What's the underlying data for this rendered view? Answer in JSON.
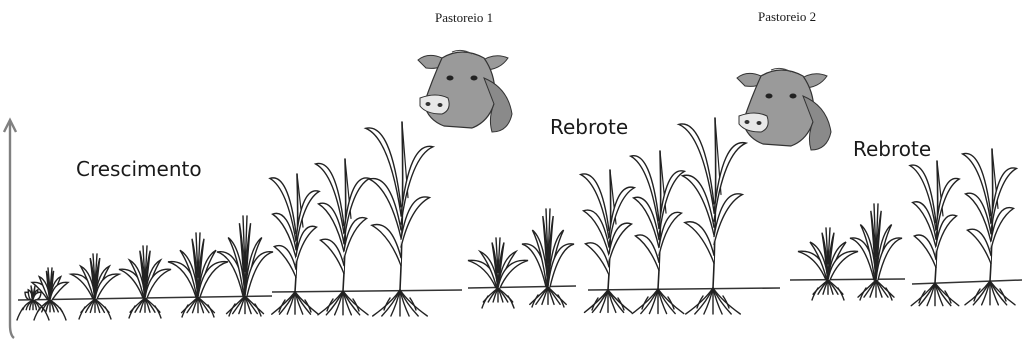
{
  "labels": {
    "growth": "Crescimento",
    "regrowth_1": "Rebrote",
    "regrowth_2": "Rebrote",
    "grazing_1": "Pastoreio 1",
    "grazing_2": "Pastoreio 2"
  },
  "icons": {
    "cow": "cow-head-icon",
    "plant": "grass-plant-icon",
    "axis": "up-arrow-icon"
  },
  "colors": {
    "plant": "#222222",
    "ground": "#333333",
    "cow": "#9a9a9a",
    "arrow": "#808080"
  }
}
